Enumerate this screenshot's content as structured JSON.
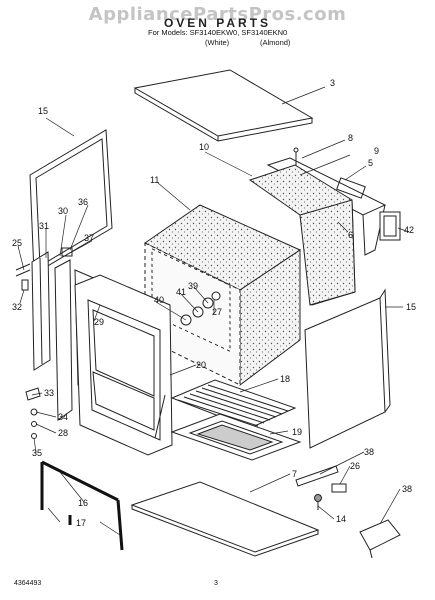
{
  "header": {
    "watermark": "AppliancePartsPros.com",
    "title": "OVEN PARTS",
    "models_line": "For Models: SF3140EKW0, SF3140EKN0",
    "color_1": "(White)",
    "color_2": "(Almond)"
  },
  "footer": {
    "document_number": "4364493",
    "page_number": "3"
  },
  "callouts": [
    "3",
    "15",
    "8",
    "9",
    "10",
    "5",
    "11",
    "36",
    "30",
    "31",
    "25",
    "37",
    "42",
    "6",
    "32",
    "41",
    "39",
    "40",
    "27",
    "29",
    "15",
    "20",
    "18",
    "33",
    "19",
    "34",
    "28",
    "35",
    "38",
    "26",
    "16",
    "7",
    "17",
    "14",
    "38"
  ]
}
